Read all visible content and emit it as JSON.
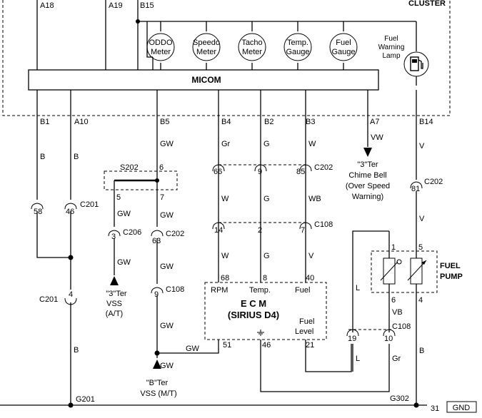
{
  "cluster": {
    "label": "CLUSTER",
    "micom": "MICOM",
    "top_pins": {
      "a18": "A18",
      "a19": "A19",
      "b15": "B15"
    },
    "gauges": [
      {
        "line1": "ODDO",
        "line2": "Meter"
      },
      {
        "line1": "Speedo",
        "line2": "Meter"
      },
      {
        "line1": "Tacho",
        "line2": "Meter"
      },
      {
        "line1": "Temp.",
        "line2": "Gauge"
      },
      {
        "line1": "Fuel",
        "line2": "Gauge"
      }
    ],
    "fuel_lamp": {
      "line1": "Fuel",
      "line2": "Warning",
      "line3": "Lamp"
    },
    "bottom_pins": {
      "b1": "B1",
      "a10": "A10",
      "b5": "B5",
      "b4": "B4",
      "b2": "B2",
      "b3": "B3",
      "a7": "A7",
      "b14": "B14"
    }
  },
  "wire_colors": {
    "b1": "B",
    "a10": "B",
    "b5": "GW",
    "b4": "Gr",
    "b2": "G",
    "b3": "W",
    "a7": "VW",
    "b14": "V",
    "row2_b4": "W",
    "row2_b2": "G",
    "row2_b3": "WB",
    "row3_b4": "W",
    "row3_b2": "G",
    "row3_b3": "V",
    "s202_left": "GW",
    "s202_right": "GW",
    "c206_down": "GW",
    "c202_down": "GW",
    "c108_down": "GW",
    "ecm51": "GW",
    "vss_mt": "GW",
    "b_gnd": "B",
    "pump_v": "V",
    "pump_l": "L",
    "pump_vb": "VB",
    "c108_l": "L",
    "c108_gr": "Gr",
    "pump_b": "B"
  },
  "connectors": {
    "c202": "C202",
    "c202_2": "C202",
    "c202_3": "C202",
    "c108": "C108",
    "c108_2": "C108",
    "c108_3": "C108",
    "c201": "C201",
    "c201_2": "C201",
    "c206": "C206",
    "s202": "S202"
  },
  "pins": {
    "c202_66": "66",
    "c202_9": "9",
    "c202_85": "85",
    "c202_81": "81",
    "c108_14": "14",
    "c108_2": "2",
    "c108_7": "7",
    "ecm_68": "68",
    "ecm_8": "8",
    "ecm_40": "40",
    "ecm_51": "51",
    "ecm_46": "46",
    "ecm_21": "21",
    "c201_58": "58",
    "c201_46": "46",
    "c201_4": "4",
    "s202_6": "6",
    "s202_5": "5",
    "s202_7": "7",
    "c206_3": "3",
    "c202_63": "63",
    "c108_9": "9",
    "pump_1": "1",
    "pump_5": "5",
    "pump_6": "6",
    "pump_4": "4",
    "c108_19": "19",
    "c108_10": "10",
    "gnd_31": "31"
  },
  "chime": {
    "line1": "\"3\"Ter",
    "line2": "Chime Bell",
    "line3": "(Over Speed",
    "line4": "Warning)"
  },
  "ecm": {
    "line1": "E C M",
    "line2": "(SIRIUS D4)",
    "rpm": "RPM",
    "temp": "Temp.",
    "fuel": "Fuel",
    "fuel_level1": "Fuel",
    "fuel_level2": "Level"
  },
  "vss_at": {
    "line1": "\"3\"Ter",
    "line2": "VSS",
    "line3": "(A/T)"
  },
  "vss_mt": {
    "line1": "\"B\"Ter",
    "line2": "VSS (M/T)"
  },
  "fuel_pump": {
    "line1": "FUEL",
    "line2": "PUMP"
  },
  "grounds": {
    "g201": "G201",
    "g302": "G302",
    "gnd": "GND"
  }
}
